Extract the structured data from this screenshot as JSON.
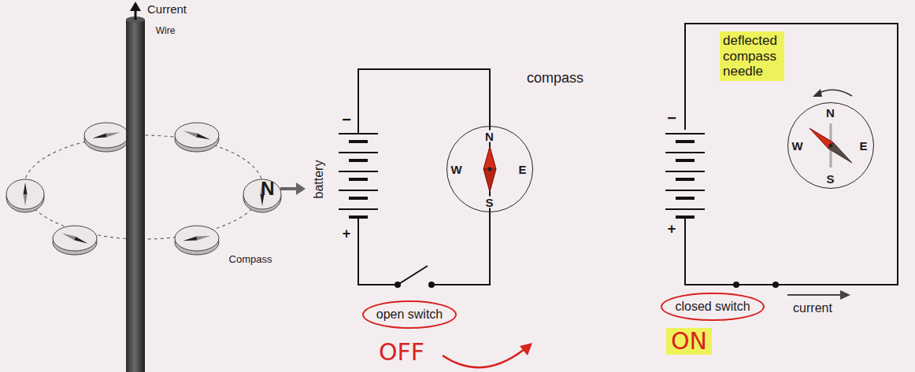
{
  "diagram": {
    "nodes": [
      {
        "text": [
          "N",
          "E",
          "S",
          "W"
        ]
      },
      {
        "text": [
          "open switch"
        ]
      },
      {
        "text": [
          "N",
          "W",
          "E",
          "S"
        ]
      },
      {
        "text": [
          "deflected compass needle"
        ]
      },
      {
        "text": [
          "closed switch"
        ]
      },
      {
        "text": [
          "ON"
        ]
      }
    ],
    "labels": [
      "Current",
      "Wire",
      "Compass",
      "N",
      "compass",
      "battery",
      "−",
      "+",
      "OFF",
      "−",
      "+",
      "current"
    ]
  }
}
